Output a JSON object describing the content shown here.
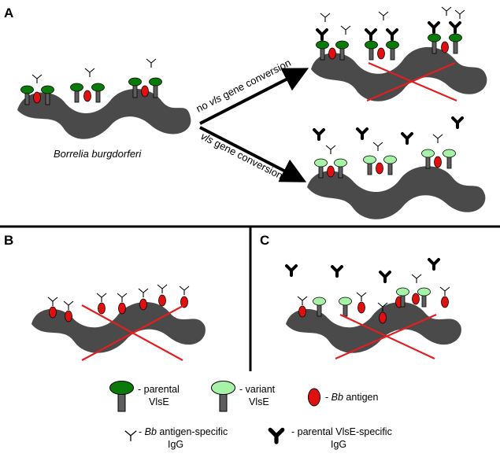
{
  "panels": {
    "a": "A",
    "b": "B",
    "c": "C"
  },
  "organism": "Borrelia burgdorferi",
  "arrows": {
    "top": {
      "pre": "no ",
      "italic": "vls",
      "post": " gene conversion"
    },
    "bottom": {
      "italic": "vls",
      "post": " gene conversion"
    }
  },
  "legend": {
    "parental": {
      "l1": "- parental",
      "l2": "VlsE"
    },
    "variant": {
      "l1": "- variant",
      "l2": "VlsE"
    },
    "bb_antigen": {
      "pre": "- ",
      "italic": "Bb",
      "post": " antigen"
    },
    "bb_igg": {
      "pre": "- ",
      "italic": "Bb",
      "post": " antigen-specific",
      "l2": "IgG"
    },
    "vlse_igg": {
      "l1": "- parental VlsE-specific",
      "l2": "IgG"
    }
  },
  "colors": {
    "body": "#4a4a4a",
    "stalk": "#5e5e5e",
    "parental_vlse": "#0a7a0a",
    "variant_vlse": "#a6f2a6",
    "antigen": "#e01010",
    "cross": "#e02020"
  }
}
